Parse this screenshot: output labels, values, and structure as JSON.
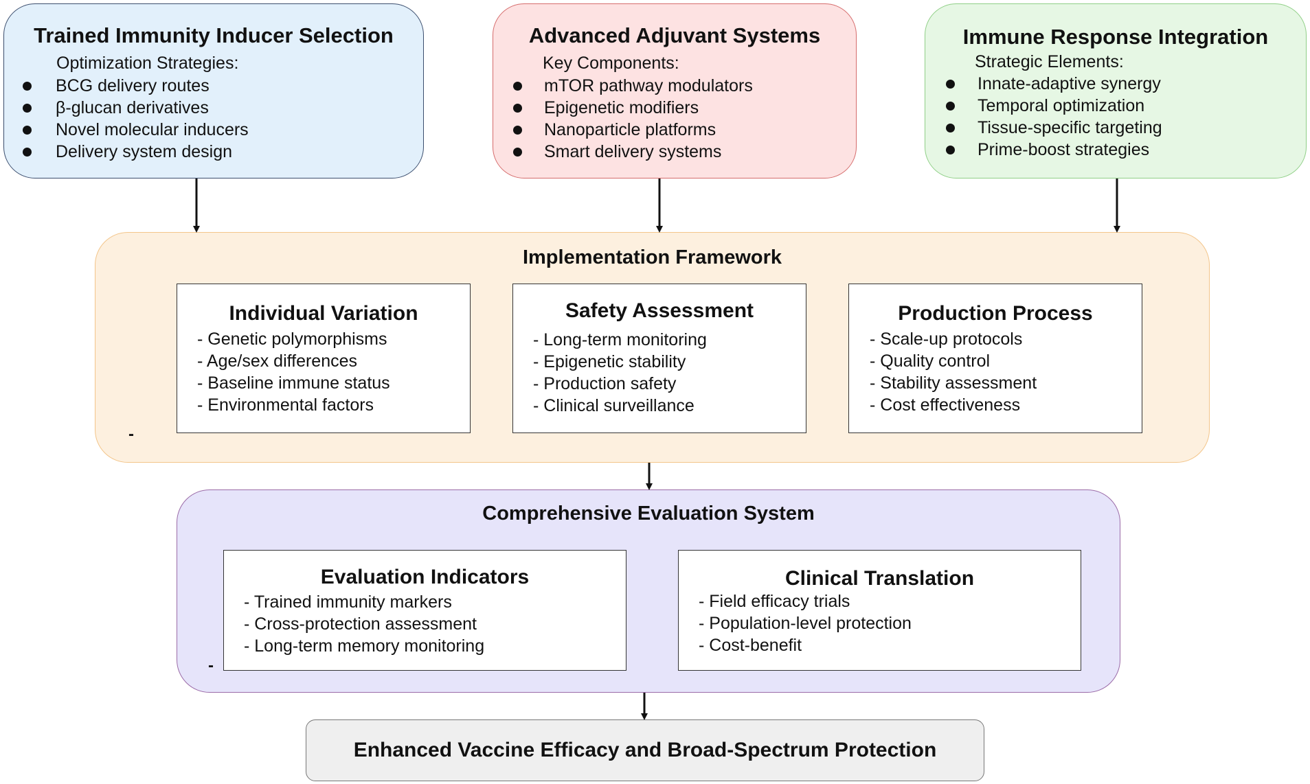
{
  "top_boxes": [
    {
      "title": "Trained Immunity Inducer Selection",
      "subtitle": "Optimization Strategies:",
      "items": [
        "BCG delivery routes",
        "β-glucan derivatives",
        "Novel molecular inducers",
        "Delivery system design"
      ],
      "fill": "#e2f0fb",
      "border": "#3a4d6d"
    },
    {
      "title": "Advanced Adjuvant Systems",
      "subtitle": "Key Components:",
      "items": [
        "mTOR pathway modulators",
        "Epigenetic modifiers",
        "Nanoparticle platforms",
        "Smart delivery systems"
      ],
      "fill": "#fde2e2",
      "border": "#d56b6b"
    },
    {
      "title": "Immune Response Integration",
      "subtitle": "Strategic Elements:",
      "items": [
        "Innate-adaptive synergy",
        "Temporal optimization",
        "Tissue-specific targeting",
        "Prime-boost strategies"
      ],
      "fill": "#e6f7e4",
      "border": "#8fcf86"
    }
  ],
  "implementation": {
    "title": "Implementation Framework",
    "fill": "#fdf0df",
    "border": "#f3c58a",
    "stray_mark": "-",
    "cards": [
      {
        "title": "Individual Variation",
        "items": [
          "- Genetic polymorphisms",
          "- Age/sex differences",
          "- Baseline immune status",
          "- Environmental factors"
        ]
      },
      {
        "title": "Safety Assessment",
        "items": [
          "- Long-term monitoring",
          "- Epigenetic stability",
          "- Production safety",
          "- Clinical surveillance"
        ]
      },
      {
        "title": "Production Process",
        "items": [
          "- Scale-up protocols",
          "- Quality control",
          "- Stability assessment",
          "- Cost effectiveness"
        ]
      }
    ]
  },
  "evaluation": {
    "title": "Comprehensive Evaluation System",
    "fill": "#e6e4fa",
    "border": "#9a6aa7",
    "stray_mark": "-",
    "cards": [
      {
        "title": "Evaluation Indicators",
        "items": [
          "- Trained immunity markers",
          "- Cross-protection assessment",
          "- Long-term memory monitoring"
        ]
      },
      {
        "title": "Clinical Translation",
        "items": [
          "- Field efficacy trials",
          "- Population-level protection",
          "- Cost-benefit"
        ]
      }
    ]
  },
  "outcome": {
    "text": "Enhanced Vaccine Efficacy and Broad-Spectrum Protection"
  }
}
